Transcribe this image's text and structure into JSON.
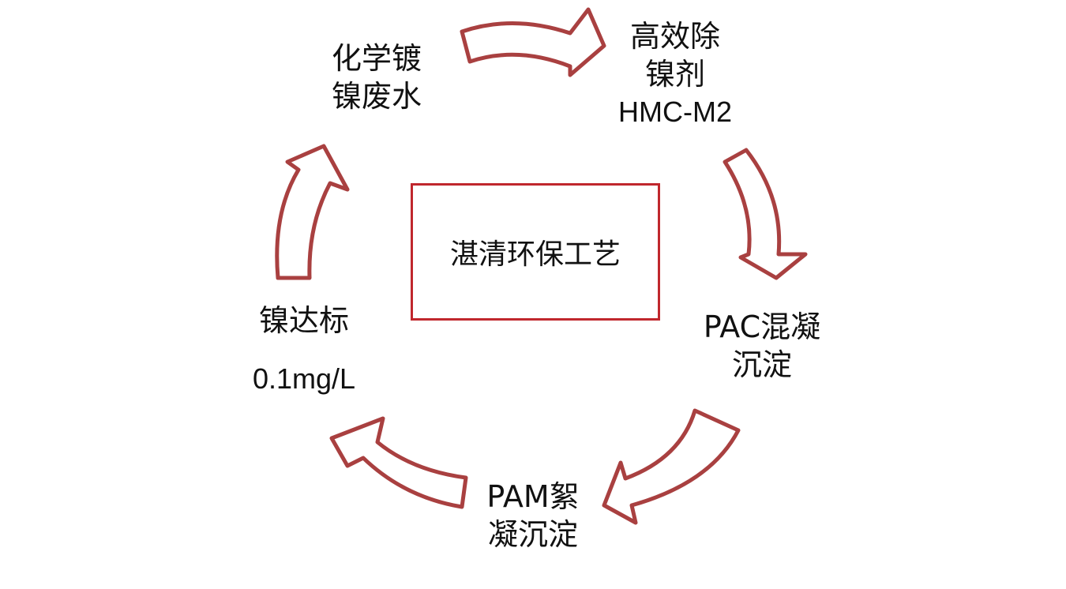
{
  "center": {
    "title": "湛清环保工艺"
  },
  "steps": [
    {
      "line1": "化学镀",
      "line2": "镍废水"
    },
    {
      "line1": "高效除",
      "line2": "镍剂",
      "line3": "HMC-M2"
    },
    {
      "line1": "PAC混凝",
      "line2": "沉淀"
    },
    {
      "line1": "PAM絮",
      "line2": "凝沉淀"
    },
    {
      "line1": "镍达标",
      "line2": "0.1mg/L"
    }
  ],
  "colors": {
    "arrow_stroke": "#a94040",
    "box_border": "#c0272d"
  }
}
